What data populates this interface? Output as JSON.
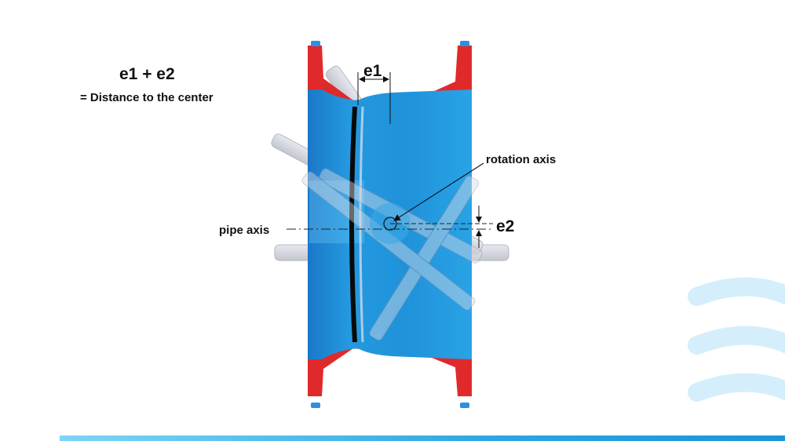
{
  "header": {
    "title": "e1 + e2",
    "subtitle": "= Distance to the center"
  },
  "labels": {
    "e1": "e1",
    "e2": "e2",
    "rotation_axis": "rotation axis",
    "pipe_axis": "pipe axis"
  },
  "colors": {
    "body_blue": "#1b8ed6",
    "flange_red": "#e0292b",
    "bolt_cap_blue": "#2f8fe0",
    "disc_grey": "#c9ccd6",
    "wave_light_blue": "#d5eefb",
    "bottom_bar": "#1896d8"
  }
}
